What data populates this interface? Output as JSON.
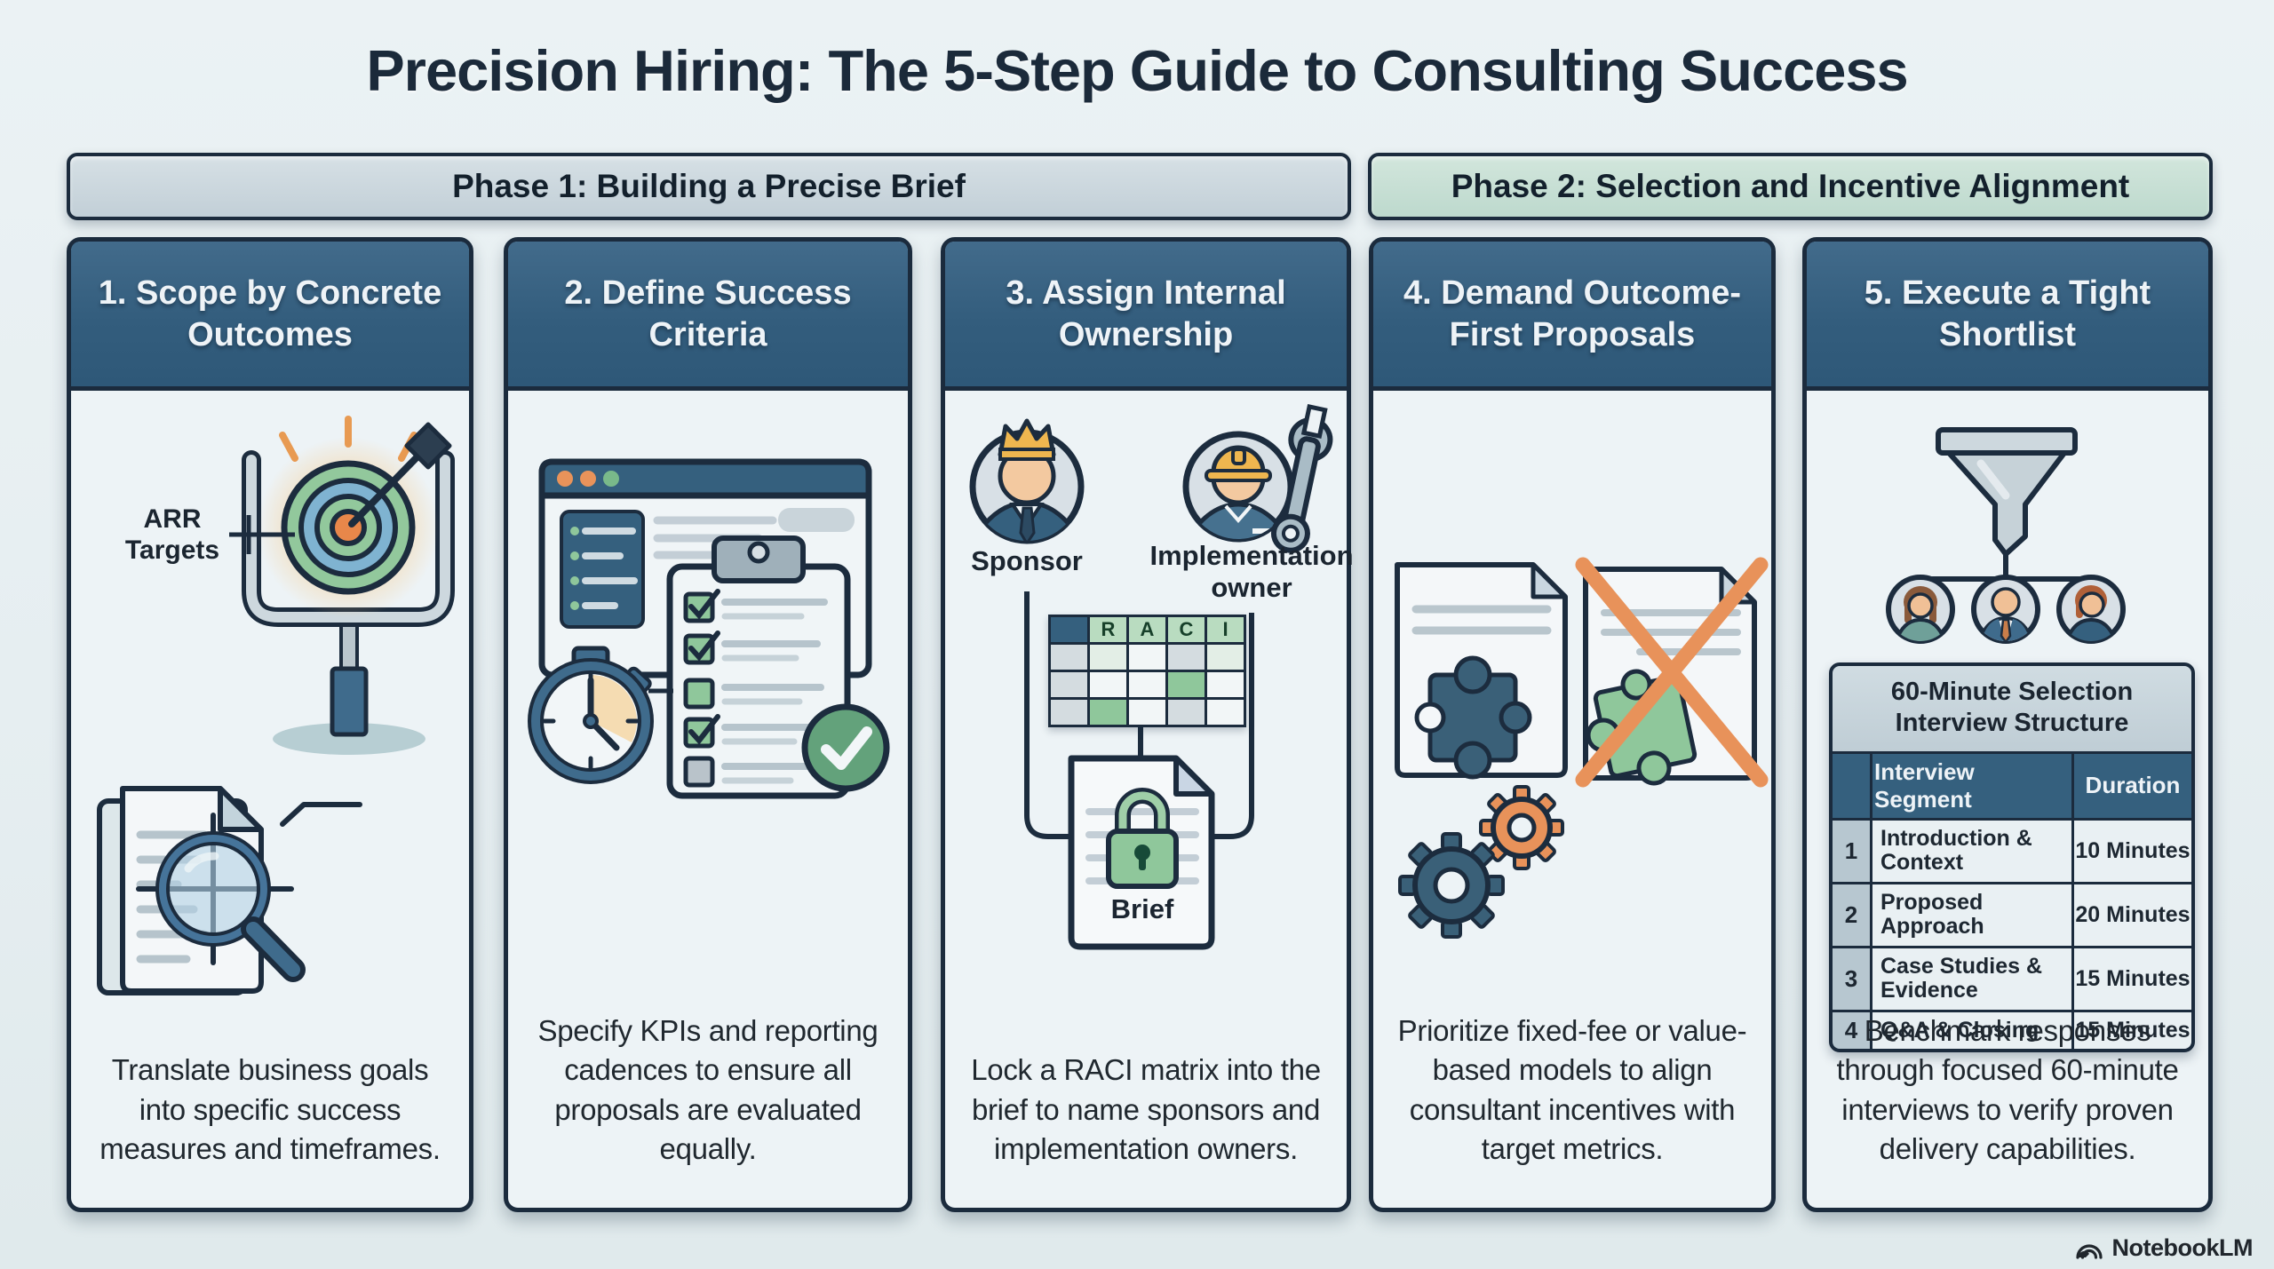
{
  "page_title": "Precision Hiring: The 5-Step Guide to Consulting Success",
  "phases": [
    {
      "label": "Phase 1: Building a Precise Brief"
    },
    {
      "label": "Phase 2: Selection and Incentive Alignment"
    }
  ],
  "steps": [
    {
      "title": "1. Scope by Concrete Outcomes",
      "description": "Translate business goals into specific success measures and timeframes.",
      "callout_label": "ARR Targets",
      "icons": [
        "goalpost-target-icon",
        "bullseye-arrow-icon",
        "magnifier-document-icon"
      ]
    },
    {
      "title": "2. Define Success Criteria",
      "description": "Specify KPIs and reporting cadences to ensure all proposals are evaluated equally.",
      "icons": [
        "browser-window-icon",
        "clipboard-checklist-icon",
        "stopwatch-icon",
        "check-circle-icon"
      ]
    },
    {
      "title": "3. Assign Internal Ownership",
      "description": "Lock a RACI matrix into the brief to name sponsors and implementation owners.",
      "sponsor_label": "Sponsor",
      "owner_label": "Implementation owner",
      "brief_label": "Brief",
      "raci_letters": [
        "R",
        "A",
        "C",
        "I"
      ],
      "icons": [
        "sponsor-avatar-icon",
        "crown-icon",
        "implementation-owner-avatar-icon",
        "wrench-icon",
        "raci-matrix",
        "brief-document-icon",
        "lock-icon"
      ]
    },
    {
      "title": "4. Demand Outcome-First Proposals",
      "description": "Prioritize fixed-fee or value-based models to align consultant incentives with target metrics.",
      "icons": [
        "proposal-document-icon",
        "puzzle-piece-blue-icon",
        "puzzle-piece-green-icon",
        "crossed-out-icon",
        "gears-icon"
      ]
    },
    {
      "title": "5. Execute a Tight Shortlist",
      "description": "Benchmark responses through focused 60-minute interviews to verify proven delivery capabilities.",
      "icons": [
        "funnel-icon",
        "candidate-avatars-icon"
      ],
      "interview_table": {
        "title": "60-Minute Selection Interview Structure",
        "headers": [
          "Interview Segment",
          "Duration"
        ],
        "rows": [
          {
            "num": "1",
            "segment": "Introduction & Context",
            "duration": "10 Minutes"
          },
          {
            "num": "2",
            "segment": "Proposed Approach",
            "duration": "20 Minutes"
          },
          {
            "num": "3",
            "segment": "Case Studies & Evidence",
            "duration": "15 Minutes"
          },
          {
            "num": "4",
            "segment": "Q&A & Closing",
            "duration": "15 Minutes"
          }
        ]
      }
    }
  ],
  "footer": {
    "brand": "NotebookLM"
  },
  "colors": {
    "background": "#e8eff2",
    "card_background": "#edf3f6",
    "header_blue": "#35607e",
    "phase1_bar": "#c9d5db",
    "phase2_bar": "#c3dcd1",
    "border_navy": "#1b2b3d",
    "accent_orange": "#e8925a",
    "accent_green": "#8fc79b",
    "accent_gold": "#eeb64f",
    "text_dark": "#1d2731"
  }
}
